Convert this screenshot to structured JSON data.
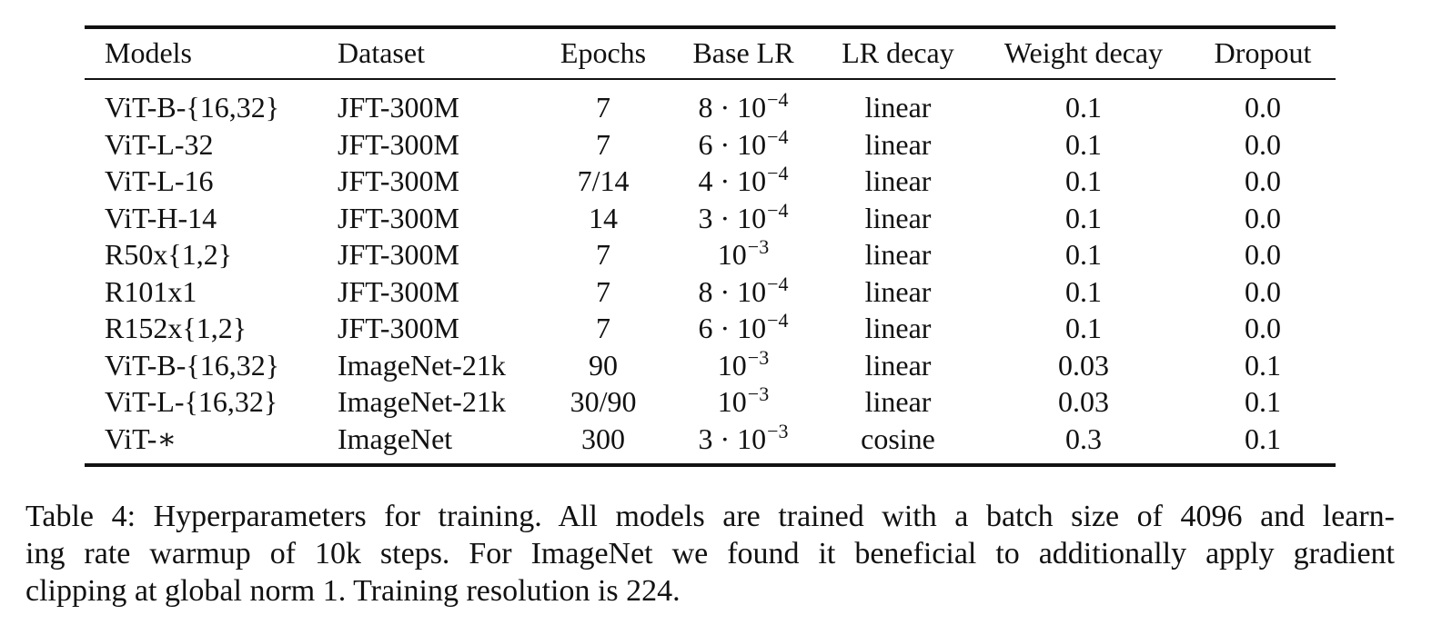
{
  "table": {
    "headers": {
      "model": "Models",
      "dataset": "Dataset",
      "epochs": "Epochs",
      "base_lr": "Base LR",
      "lr_decay": "LR decay",
      "weight_decay": "Weight decay",
      "dropout": "Dropout"
    },
    "rows": [
      {
        "model": "ViT-B-{16,32}",
        "dataset": "JFT-300M",
        "epochs": "7",
        "lr_base": "8 · 10",
        "lr_exp": "−4",
        "lr_decay": "linear",
        "weight_decay": "0.1",
        "dropout": "0.0"
      },
      {
        "model": "ViT-L-32",
        "dataset": "JFT-300M",
        "epochs": "7",
        "lr_base": "6 · 10",
        "lr_exp": "−4",
        "lr_decay": "linear",
        "weight_decay": "0.1",
        "dropout": "0.0"
      },
      {
        "model": "ViT-L-16",
        "dataset": "JFT-300M",
        "epochs": "7/14",
        "lr_base": "4 · 10",
        "lr_exp": "−4",
        "lr_decay": "linear",
        "weight_decay": "0.1",
        "dropout": "0.0"
      },
      {
        "model": "ViT-H-14",
        "dataset": "JFT-300M",
        "epochs": "14",
        "lr_base": "3 · 10",
        "lr_exp": "−4",
        "lr_decay": "linear",
        "weight_decay": "0.1",
        "dropout": "0.0"
      },
      {
        "model": "R50x{1,2}",
        "dataset": "JFT-300M",
        "epochs": "7",
        "lr_base": "10",
        "lr_exp": "−3",
        "lr_decay": "linear",
        "weight_decay": "0.1",
        "dropout": "0.0"
      },
      {
        "model": "R101x1",
        "dataset": "JFT-300M",
        "epochs": "7",
        "lr_base": "8 · 10",
        "lr_exp": "−4",
        "lr_decay": "linear",
        "weight_decay": "0.1",
        "dropout": "0.0"
      },
      {
        "model": "R152x{1,2}",
        "dataset": "JFT-300M",
        "epochs": "7",
        "lr_base": "6 · 10",
        "lr_exp": "−4",
        "lr_decay": "linear",
        "weight_decay": "0.1",
        "dropout": "0.0"
      },
      {
        "model": "ViT-B-{16,32}",
        "dataset": "ImageNet-21k",
        "epochs": "90",
        "lr_base": "10",
        "lr_exp": "−3",
        "lr_decay": "linear",
        "weight_decay": "0.03",
        "dropout": "0.1"
      },
      {
        "model": "ViT-L-{16,32}",
        "dataset": "ImageNet-21k",
        "epochs": "30/90",
        "lr_base": "10",
        "lr_exp": "−3",
        "lr_decay": "linear",
        "weight_decay": "0.03",
        "dropout": "0.1"
      },
      {
        "model": "ViT-∗",
        "dataset": "ImageNet",
        "epochs": "300",
        "lr_base": "3 · 10",
        "lr_exp": "−3",
        "lr_decay": "cosine",
        "weight_decay": "0.3",
        "dropout": "0.1"
      }
    ]
  },
  "caption": {
    "line1": "Table 4: Hyperparameters for training. All models are trained with a batch size of 4096 and learn-",
    "line2": "ing rate warmup of 10k steps. For ImageNet we found it beneficial to additionally apply gradient",
    "line3": "clipping at global norm 1. Training resolution is 224."
  }
}
